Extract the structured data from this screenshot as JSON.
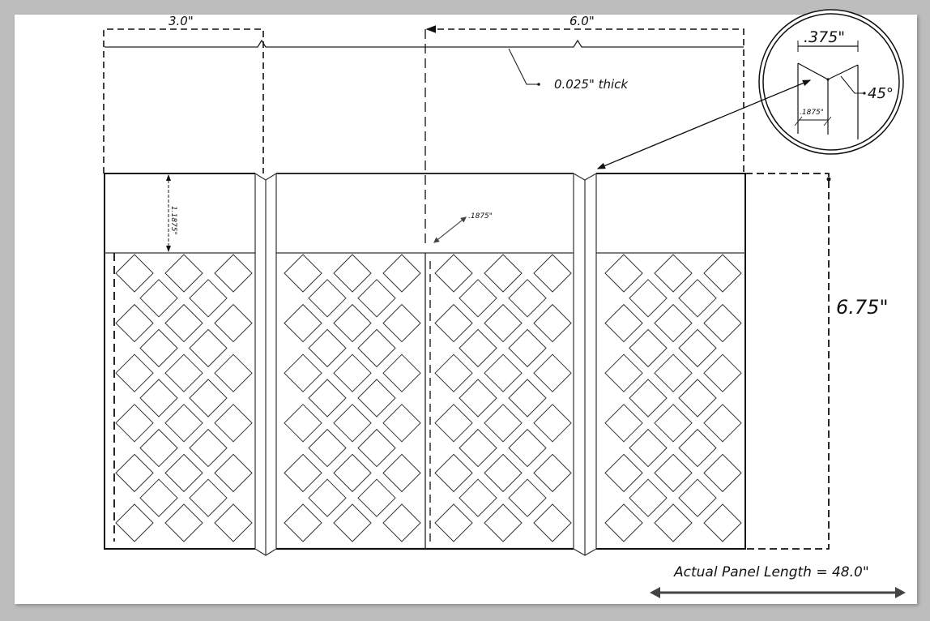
{
  "drawing": {
    "dim_left_width": "3.0\"",
    "dim_right_width": "6.0\"",
    "thickness_note": "0.025\" thick",
    "band_height": "1.1875\"",
    "gap_note": ".1875\"",
    "panel_height": "6.75\"",
    "panel_length": "Actual Panel Length = 48.0\"",
    "detail": {
      "rib_width": ".375\"",
      "half_width": ".1875\"",
      "angle": "45°"
    }
  },
  "colors": {
    "line": "#111111",
    "frame": "#bdbdbd"
  }
}
